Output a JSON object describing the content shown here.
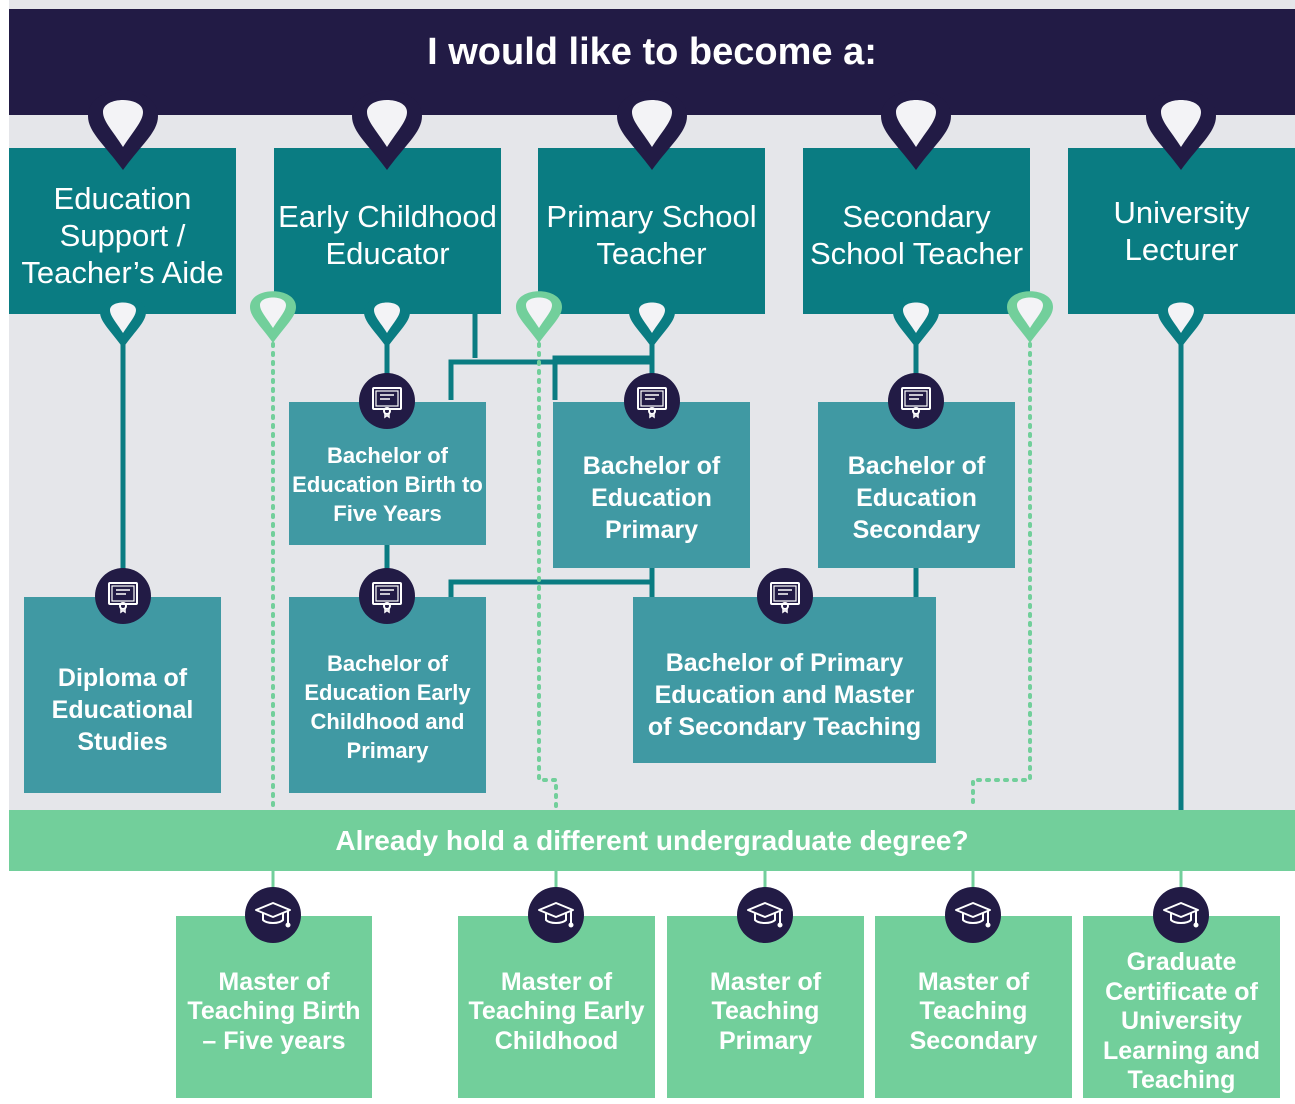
{
  "header": {
    "title": "I would like to become a:"
  },
  "careers": [
    {
      "label": "Education Support / Teacher’s Aide"
    },
    {
      "label": "Early Childhood Educator"
    },
    {
      "label": "Primary School Teacher"
    },
    {
      "label": "Secondary School Teacher"
    },
    {
      "label": "University Lecturer"
    }
  ],
  "degrees": [
    {
      "label": "Diploma of Educational Studies"
    },
    {
      "label": "Bachelor of Education Birth to Five Years"
    },
    {
      "label": "Bachelor of Education Early Childhood and Primary"
    },
    {
      "label": "Bachelor of Education Primary"
    },
    {
      "label": "Bachelor of Education Secondary"
    },
    {
      "label": "Bachelor of Primary Education and Master of Secondary Teaching"
    }
  ],
  "postgrad_prompt": {
    "label": "Already hold a different undergraduate degree?"
  },
  "postgrad": [
    {
      "label": "Master of Teaching Birth – Five years"
    },
    {
      "label": "Master of Teaching Early Childhood"
    },
    {
      "label": "Master of Teaching Primary"
    },
    {
      "label": "Master of Teaching Secondary"
    },
    {
      "label": "Graduate Certificate of University Learning and Teaching"
    }
  ],
  "icons": {
    "degree": "certificate-icon",
    "postgrad": "graduation-cap-icon",
    "career_pin": "pin-icon"
  },
  "colors": {
    "navy": "#221b45",
    "teal": "#0a7c82",
    "light_teal": "#4099a3",
    "green": "#72cf9b",
    "background": "#e5e6ea"
  }
}
